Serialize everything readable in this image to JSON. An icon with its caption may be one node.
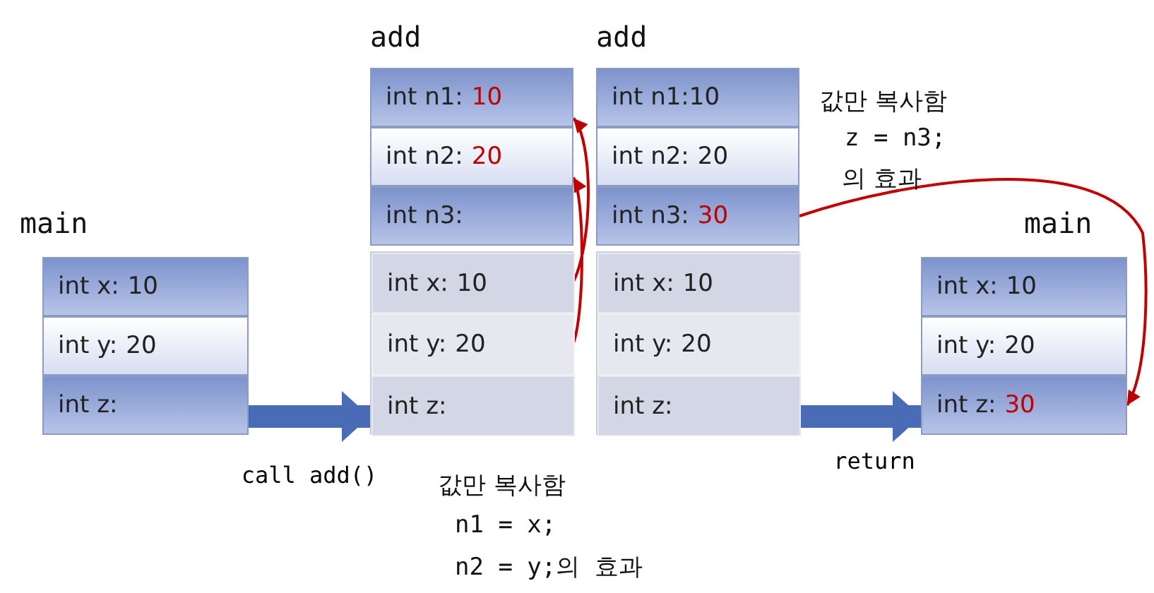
{
  "diagram": {
    "nodes": [
      {
        "text": [
          "main"
        ]
      },
      {
        "text": [
          "int x:",
          "10"
        ],
        "in": 0
      },
      {
        "text": [
          "int y:",
          "20"
        ],
        "in": 0
      },
      {
        "text": [
          "int z:"
        ],
        "in": 0
      },
      {
        "text": [
          "add"
        ]
      },
      {
        "text": [
          "int n1:",
          "10"
        ],
        "in": 4
      },
      {
        "text": [
          "int n2:",
          "20"
        ],
        "in": 4
      },
      {
        "text": [
          "int n3:"
        ],
        "in": 4
      },
      {
        "text": [],
        "shape": "box"
      },
      {
        "text": [
          "int x:",
          "10"
        ],
        "in": 8
      },
      {
        "text": [
          "int y:",
          "20"
        ],
        "in": 8
      },
      {
        "text": [
          "int z:"
        ],
        "in": 8
      },
      {
        "text": [
          "add"
        ]
      },
      {
        "text": [
          "int n1:10"
        ],
        "in": 12
      },
      {
        "text": [
          "int n2:",
          "20"
        ],
        "in": 12
      },
      {
        "text": [
          "int n3:",
          "30"
        ],
        "in": 12
      },
      {
        "text": [],
        "shape": "box"
      },
      {
        "text": [
          "int x:",
          "10"
        ],
        "in": 16
      },
      {
        "text": [
          "int y:",
          "20"
        ],
        "in": 16
      },
      {
        "text": [
          "int z:"
        ],
        "in": 16
      },
      {
        "text": [
          "main"
        ]
      },
      {
        "text": [
          "int x:",
          "10"
        ],
        "in": 20
      },
      {
        "text": [
          "int y:",
          "20"
        ],
        "in": 20
      },
      {
        "text": [
          "int z:",
          "30"
        ],
        "in": 20
      }
    ],
    "edges": [
      {
        "from": 0,
        "to": 8,
        "arrow": "to",
        "label": "call add()",
        "style": "thick",
        "color": "#4a6bb5"
      },
      {
        "from": 10,
        "to": 6,
        "arrow": "to",
        "color": "#c00000"
      },
      {
        "from": 9,
        "to": 5,
        "arrow": "to",
        "color": "#c00000"
      },
      {
        "from": 16,
        "to": 20,
        "arrow": "to",
        "label": "return",
        "style": "thick",
        "color": "#4a6bb5"
      },
      {
        "from": 15,
        "to": 23,
        "arrow": "to",
        "color": "#c00000"
      }
    ],
    "labels": [
      "값만 복사함",
      "z = n3;",
      "의 효과",
      "값만 복사함",
      "n1 = x;",
      "n2 = y;의 효과"
    ]
  }
}
